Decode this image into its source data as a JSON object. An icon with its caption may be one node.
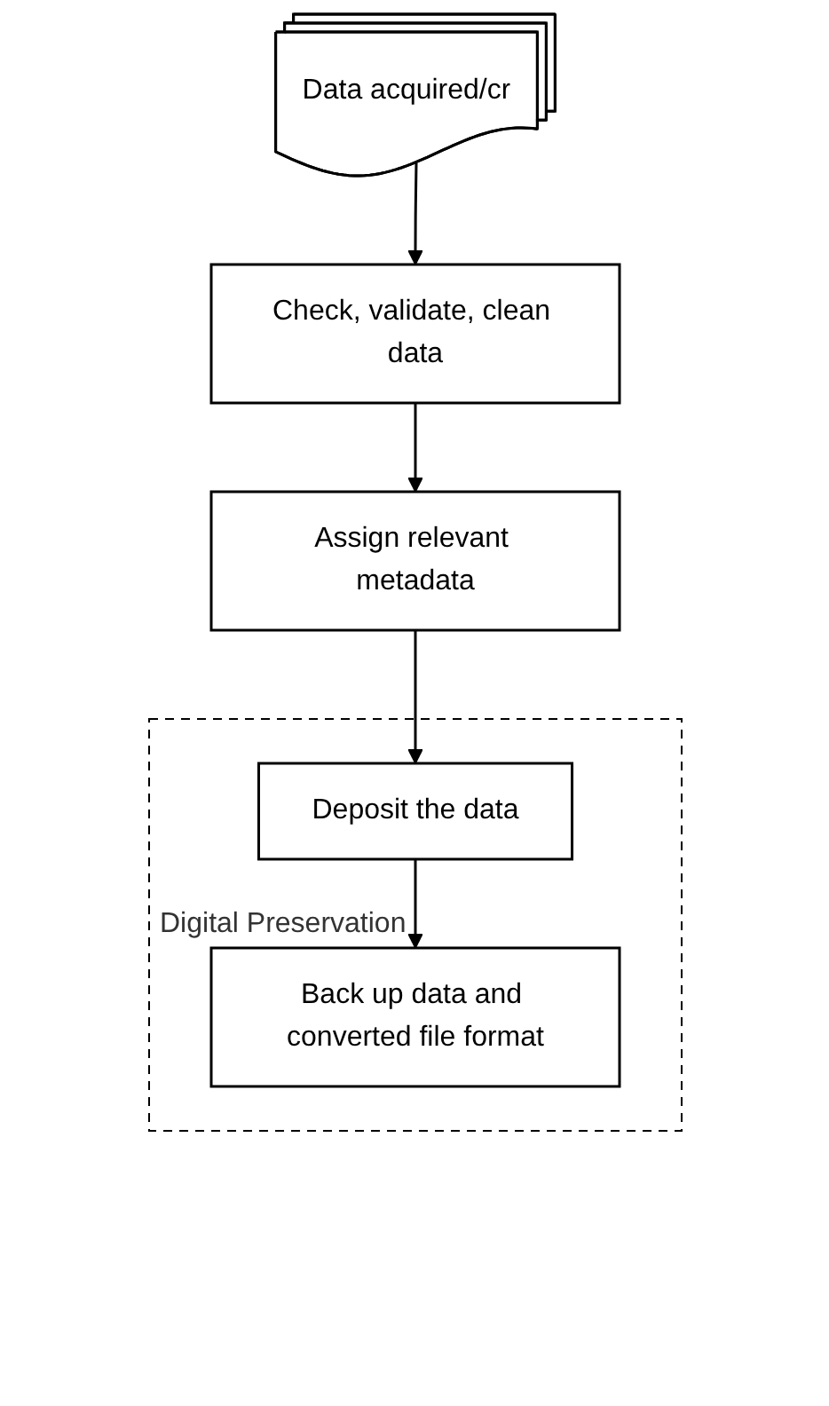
{
  "diagram": {
    "nodes": [
      {
        "text": [
          "Data acquired/cr"
        ]
      },
      {
        "text": [
          "Check, validate, clean data"
        ]
      },
      {
        "text": [
          "Assign relevant metadata"
        ]
      },
      {
        "text": [
          "Digital Preservation"
        ]
      },
      {
        "text": [
          "Deposit the data"
        ],
        "in": 3
      },
      {
        "text": [
          "Back up data and converted file format"
        ],
        "in": 3
      }
    ],
    "edges": [
      {
        "from": 0,
        "to": 1,
        "arrow": "to"
      },
      {
        "from": 1,
        "to": 2,
        "arrow": "to"
      },
      {
        "from": 2,
        "to": 4,
        "arrow": "to"
      },
      {
        "from": 4,
        "to": 5,
        "arrow": "to"
      }
    ]
  }
}
